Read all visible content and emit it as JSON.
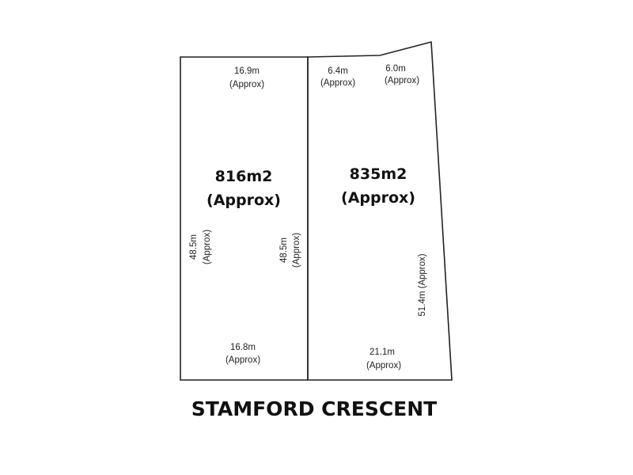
{
  "street_name": "STAMFORD CRESCENT",
  "lot_left": {
    "area": "816m2",
    "area_note": "(Approx)",
    "top_width": "16.9m",
    "top_width_note": "(Approx)",
    "bottom_width": "16.8m",
    "bottom_width_note": "(Approx)",
    "left_depth": "48.5m",
    "left_depth_note": "(Approx)",
    "right_depth": "48.5m",
    "right_depth_note": "(Approx)"
  },
  "lot_right": {
    "area": "835m2",
    "area_note": "(Approx)",
    "top_left_width": "6.4m",
    "top_left_width_note": "(Approx)",
    "top_right_width": "6.0m",
    "top_right_width_note": "(Approx)",
    "right_depth": "51.4m (Approx)",
    "bottom_width": "21.1m",
    "bottom_width_note": "(Approx)"
  }
}
